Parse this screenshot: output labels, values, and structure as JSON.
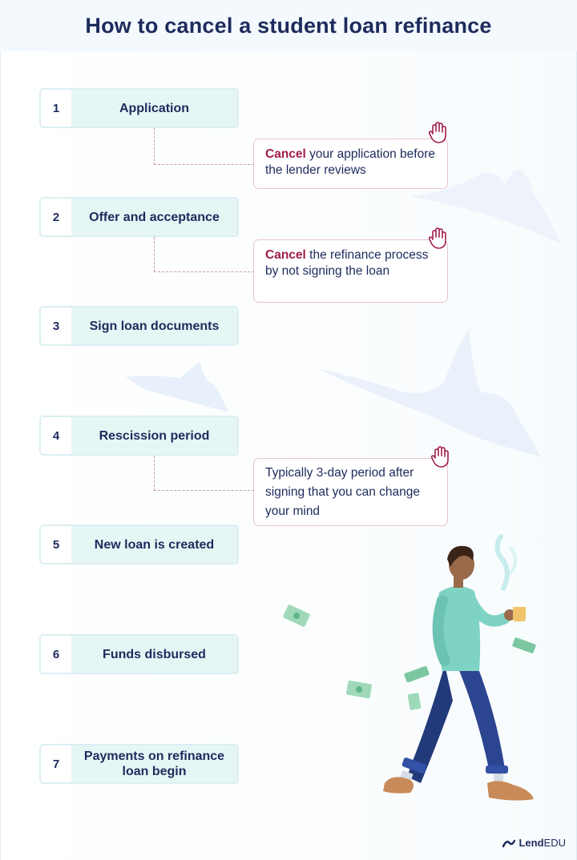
{
  "title": "How to cancel a student loan refinance",
  "steps": [
    {
      "number": "1",
      "label": "Application"
    },
    {
      "number": "2",
      "label": "Offer and acceptance"
    },
    {
      "number": "3",
      "label": "Sign loan documents"
    },
    {
      "number": "4",
      "label": "Rescission period"
    },
    {
      "number": "5",
      "label": "New loan is created"
    },
    {
      "number": "6",
      "label": "Funds disbursed"
    },
    {
      "number": "7",
      "label": "Payments on refinance loan begin"
    }
  ],
  "notes": [
    {
      "highlight": "Cancel",
      "text": " your application before the lender reviews"
    },
    {
      "highlight": "Cancel",
      "text": " the refinance process by not signing the loan"
    },
    {
      "highlight": "",
      "text": "Typically 3-day period after signing that you can change your mind"
    }
  ],
  "logo": {
    "brand_bold": "Lend",
    "brand_rest": "EDU"
  },
  "colors": {
    "navy": "#1d2b5c",
    "cancel": "#a21e4d",
    "step_fill": "#e6f6f5",
    "note_border": "#e8c3cf"
  },
  "icons": [
    "stop-hand-icon",
    "lendedu-logo-icon"
  ]
}
